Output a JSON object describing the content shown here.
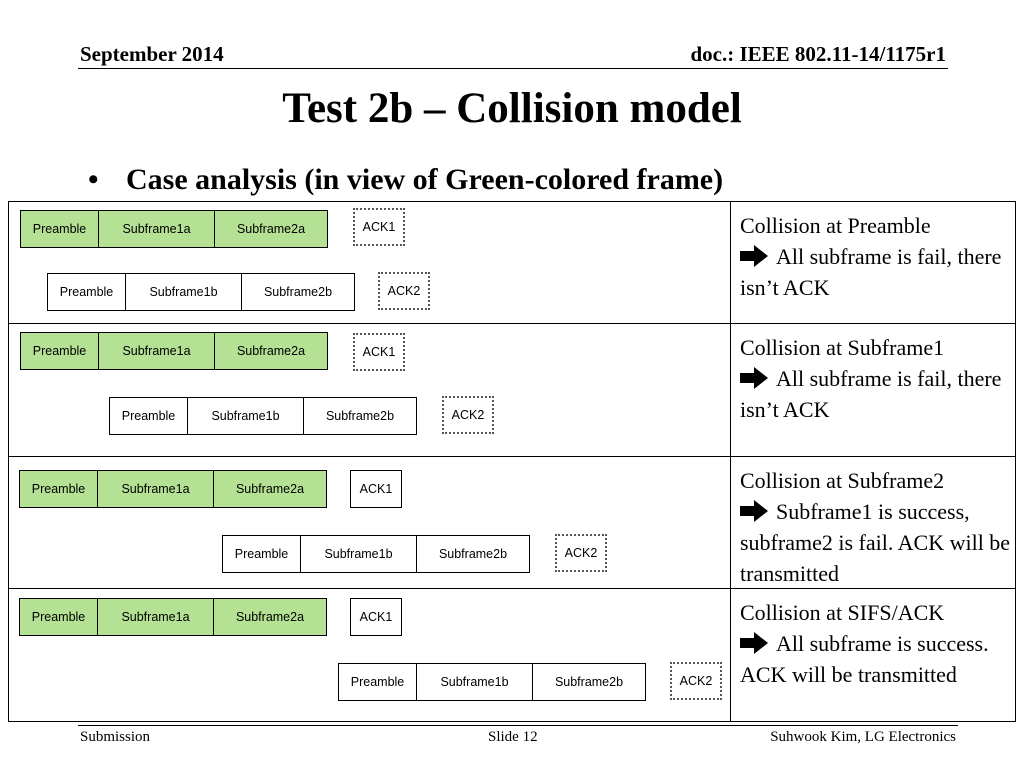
{
  "header": {
    "date": "September 2014",
    "doc": "doc.: IEEE 802.11-14/1175r1"
  },
  "title": "Test 2b – Collision model",
  "bullet": {
    "symbol": "•",
    "text": "Case analysis (in view of Green-colored frame)"
  },
  "frame_labels": {
    "preamble": "Preamble",
    "sub1a": "Subframe1a",
    "sub2a": "Subframe2a",
    "sub1b": "Subframe1b",
    "sub2b": "Subframe2b",
    "ack1": "ACK1",
    "ack2": "ACK2"
  },
  "colors": {
    "green_frame": "#b5e194"
  },
  "rows": [
    {
      "heading": "Collision at Preamble",
      "result": "All subframe is fail, there isn’t ACK"
    },
    {
      "heading": "Collision at Subframe1",
      "result": "All subframe is fail, there isn’t ACK"
    },
    {
      "heading": "Collision at Subframe2",
      "result": "Subframe1 is success, subframe2 is fail. ACK will be transmitted"
    },
    {
      "heading": "Collision at SIFS/ACK",
      "result": "All subframe is success. ACK will be transmitted"
    }
  ],
  "footer": {
    "left": "Submission",
    "center": "Slide 12",
    "right": "Suhwook Kim, LG Electronics"
  }
}
